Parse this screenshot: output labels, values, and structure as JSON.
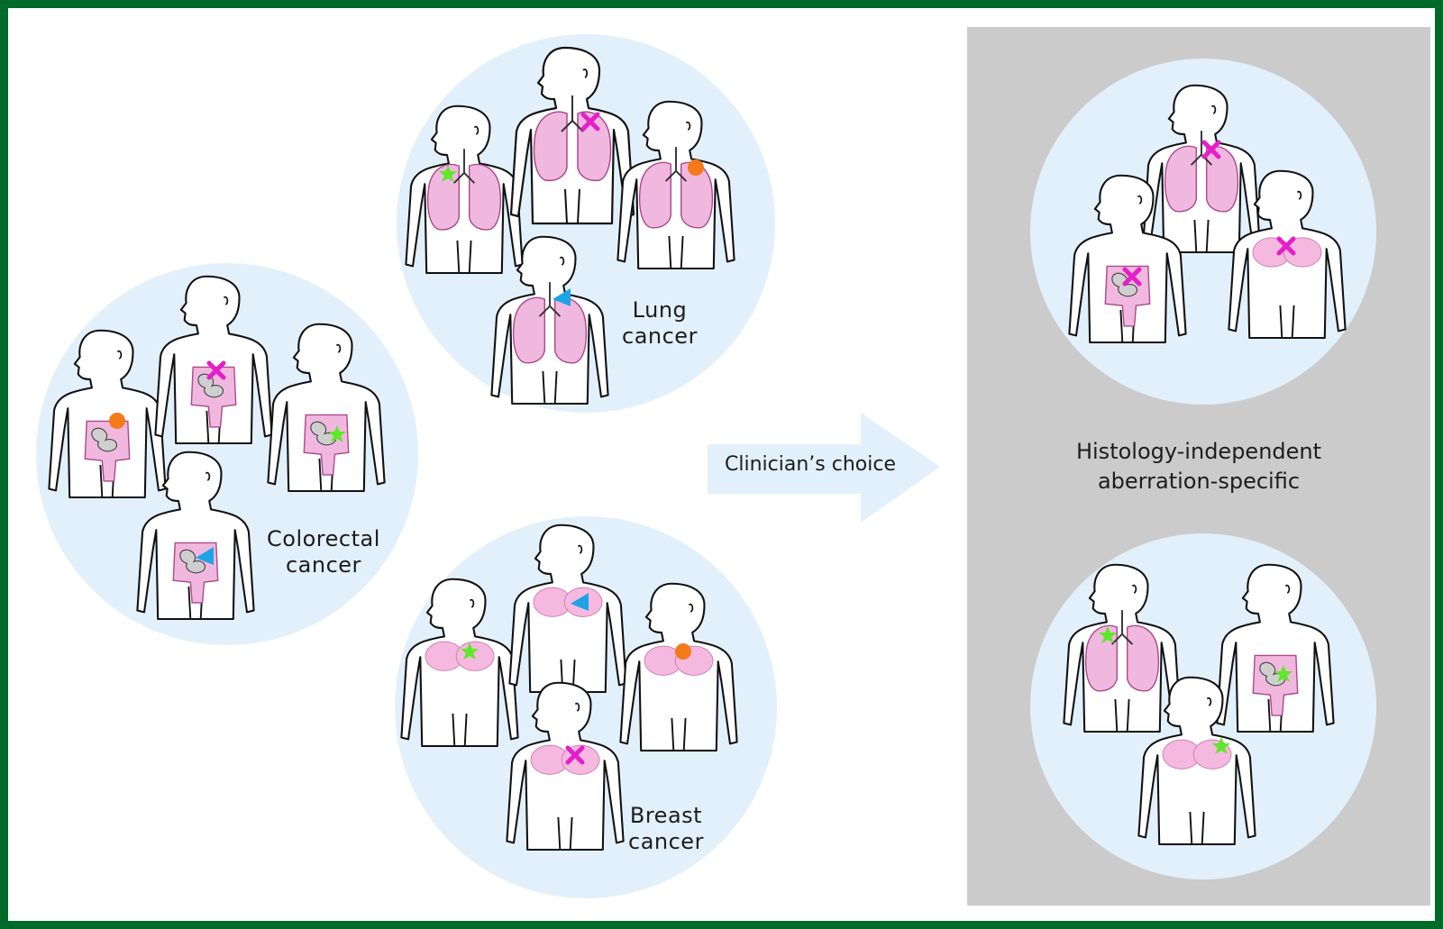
{
  "groups": {
    "lung": {
      "label_line1": "Lung",
      "label_line2": "cancer"
    },
    "colorectal": {
      "label_line1": "Colorectal",
      "label_line2": "cancer"
    },
    "breast": {
      "label_line1": "Breast",
      "label_line2": "cancer"
    }
  },
  "arrow": {
    "label": "Clinician’s choice"
  },
  "panel": {
    "label_line1": "Histology-independent",
    "label_line2": "aberration-specific"
  },
  "colors": {
    "frame": "#006a2b",
    "circle_fill": "#e2f0fb",
    "panel_fill": "#cbcbcb",
    "organ_pink": "#f1b8df",
    "marker_magenta": "#e41fc8",
    "marker_green": "#5ee829",
    "marker_orange": "#f47a1a",
    "marker_blue": "#1ea4e6"
  },
  "markers": [
    "x-mark",
    "green-star",
    "orange-dot",
    "blue-triangle"
  ]
}
